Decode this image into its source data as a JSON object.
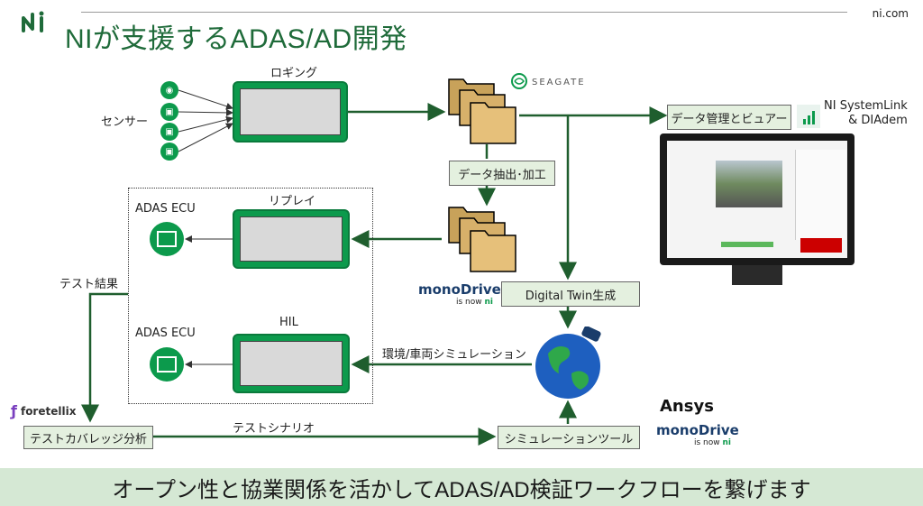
{
  "header": {
    "title": "NIが支援するADAS/AD開発",
    "domain_link": "ni.com"
  },
  "flow": {
    "sensors_label": "センサー",
    "logging_label": "ロギング",
    "replay_label": "リプレイ",
    "hil_label": "HIL",
    "ecu1_label": "ADAS ECU",
    "ecu2_label": "ADAS ECU",
    "test_results_label": "テスト結果",
    "data_extract_box": "データ抽出･加工",
    "data_mgmt_box": "データ管理とビュアー",
    "digital_twin_box": "Digital Twin生成",
    "env_sim_label": "環境/車両シミュレーション",
    "test_scenario_label": "テストシナリオ",
    "coverage_box": "テストカバレッジ分析",
    "sim_tool_box": "シミュレーションツール"
  },
  "brands": {
    "seagate": "SEAGATE",
    "ni_systemlink_line1": "NI SystemLink",
    "ni_systemlink_line2": "& DIAdem",
    "monodrive_1": "monoDrive",
    "monodrive_1_sub": "is now",
    "monodrive_2": "monoDrive",
    "monodrive_2_sub": "is now",
    "ansys": "Ansys",
    "foretellix": "foretellix",
    "ni_mark": "ni"
  },
  "banner": {
    "text": "オープン性と協業関係を活かしてADAS/AD検証ワークフローを繋げます"
  },
  "colors": {
    "ni_green": "#0c9a4c",
    "title_green": "#1f6b3a",
    "box_fill": "#e4f0df",
    "banner_fill": "#d5e8d4"
  }
}
